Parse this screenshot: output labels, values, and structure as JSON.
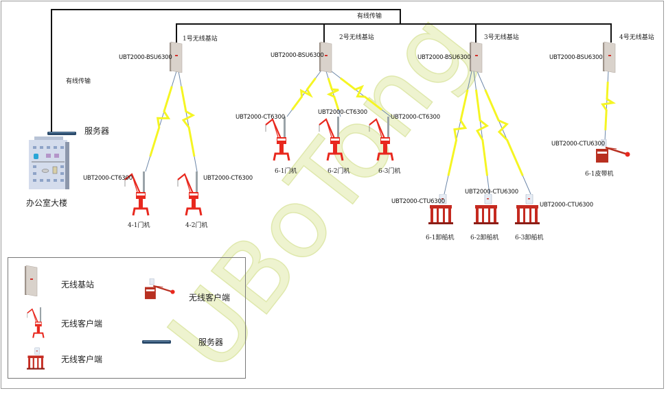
{
  "wire_labels": {
    "top": "有线传输",
    "left": "有线传输"
  },
  "base_stations": [
    {
      "name": "1号无线基站",
      "model": "UBT2000-BSU6300"
    },
    {
      "name": "2号无线基站",
      "model": "UBT2000-BSU6300"
    },
    {
      "name": "3号无线基站",
      "model": "UBT2000-BSU6300"
    },
    {
      "name": "4号无线基站",
      "model": "UBT2000-BSU6300"
    }
  ],
  "office": {
    "server_label": "服务器",
    "building_label": "办公室大楼"
  },
  "clients": [
    {
      "name": "4-1门机",
      "model": "UBT2000-CT6300"
    },
    {
      "name": "4-2门机",
      "model": "UBT2000-CT6300"
    },
    {
      "name": "6-1门机",
      "model": "UBT2000-CT6300"
    },
    {
      "name": "6-2门机",
      "model": "UBT2000-CT6300"
    },
    {
      "name": "6-3门机",
      "model": "UBT2000-CT6300"
    },
    {
      "name": "6-1卸船机",
      "model": "UBT2000-CTU6300"
    },
    {
      "name": "6-2卸船机",
      "model": "UBT2000-CTU6300"
    },
    {
      "name": "6-3卸船机",
      "model": "UBT2000-CTU6300"
    },
    {
      "name": "6-1皮带机",
      "model": "UBT2000-CTU6300"
    }
  ],
  "legend": {
    "base_station": "无线基站",
    "crane_client": "无线客户端",
    "unloader_client": "无线客户端",
    "belt_client": "无线客户端",
    "server": "服务器"
  },
  "watermark": "UBoTong",
  "colors": {
    "wire": "#111111",
    "lightning": "#f5f523",
    "equipment": "#e8281e",
    "server": "#2a4a6a"
  }
}
